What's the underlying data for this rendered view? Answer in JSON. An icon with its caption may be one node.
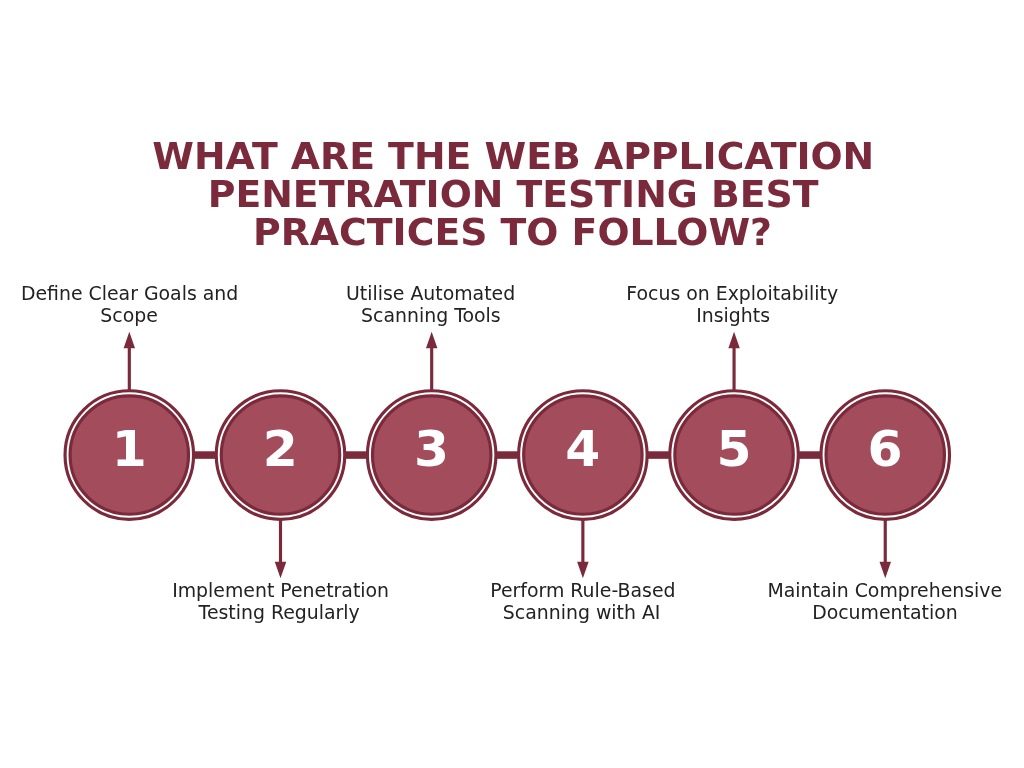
{
  "diagram": {
    "title": "WHAT ARE THE WEB APPLICATION PENETRATION TESTING BEST PRACTICES TO FOLLOW?",
    "nodes": [
      {
        "text": [
          "1"
        ]
      },
      {
        "text": [
          "2"
        ]
      },
      {
        "text": [
          "3"
        ]
      },
      {
        "text": [
          "4"
        ]
      },
      {
        "text": [
          "5"
        ]
      },
      {
        "text": [
          "6"
        ]
      },
      {
        "text": [
          "Define Clear Goals and Scope"
        ]
      },
      {
        "text": [
          "Implement Penetration Testing Regularly"
        ]
      },
      {
        "text": [
          "Utilise Automated Scanning Tools"
        ]
      },
      {
        "text": [
          "Perform Rule-Based Scanning with AI"
        ]
      },
      {
        "text": [
          "Focus on Exploitability Insights"
        ]
      },
      {
        "text": [
          "Maintain Comprehensive Documentation"
        ]
      }
    ],
    "edges": [
      {
        "from": 0,
        "to": 1,
        "arrow": "none",
        "style": "thick"
      },
      {
        "from": 1,
        "to": 2,
        "arrow": "none",
        "style": "thick"
      },
      {
        "from": 2,
        "to": 3,
        "arrow": "none",
        "style": "thick"
      },
      {
        "from": 3,
        "to": 4,
        "arrow": "none",
        "style": "thick"
      },
      {
        "from": 4,
        "to": 5,
        "arrow": "none",
        "style": "thick"
      },
      {
        "from": 0,
        "to": 6,
        "arrow": "to"
      },
      {
        "from": 1,
        "to": 7,
        "arrow": "to"
      },
      {
        "from": 2,
        "to": 8,
        "arrow": "to"
      },
      {
        "from": 3,
        "to": 9,
        "arrow": "to"
      },
      {
        "from": 4,
        "to": 10,
        "arrow": "to"
      },
      {
        "from": 5,
        "to": 11,
        "arrow": "to"
      }
    ]
  }
}
